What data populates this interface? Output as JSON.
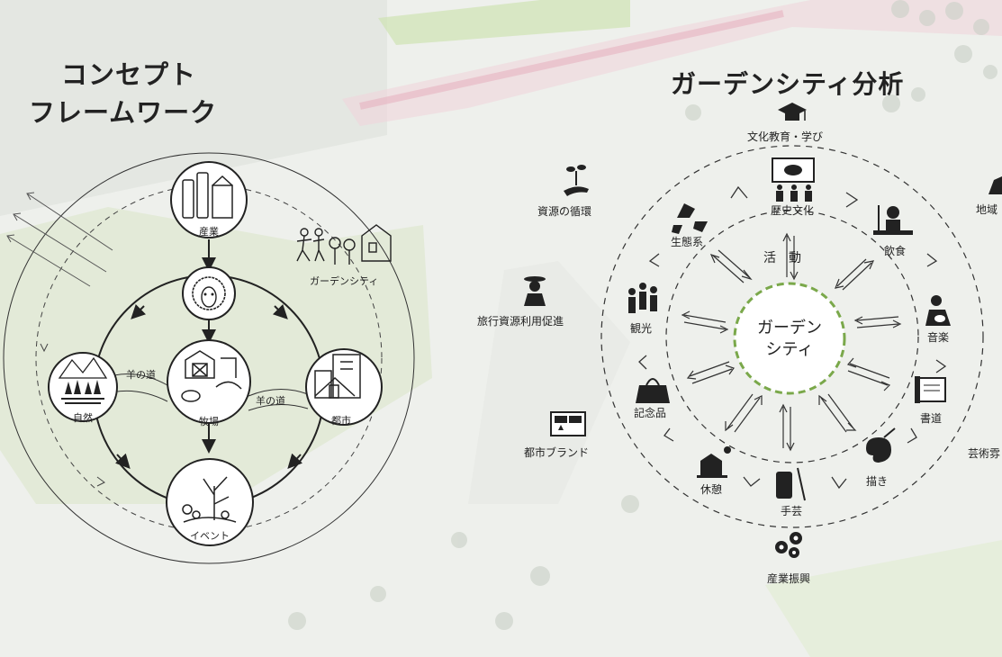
{
  "left_panel": {
    "title_line1": "コンセプト",
    "title_line2": "フレームワーク",
    "nodes": {
      "industry": "産業",
      "nature": "自然",
      "ranch": "牧場",
      "city": "都市",
      "event": "イベント"
    },
    "path_left": "羊の道",
    "path_right": "羊の道",
    "garden_city_label": "ガーデンシティ",
    "icons": [
      "milk-bottles-icon",
      "sheep-icon",
      "forest-icon",
      "farm-icon",
      "buildings-icon",
      "tree-event-icon",
      "garden-people-icon"
    ]
  },
  "right_panel": {
    "title": "ガーデンシティ分析",
    "center_line1": "ガーデン",
    "center_line2": "シティ",
    "activity": "活　動",
    "inner_items": {
      "education": "文化教育・学び",
      "history": "歴史文化",
      "ecosystem": "生態系",
      "food": "飲食",
      "tourism": "観光",
      "music": "音楽",
      "souvenir": "記念品",
      "calligraphy": "書道",
      "rest": "休憩",
      "drawing": "描き",
      "craft": "手芸"
    },
    "outer_items": {
      "resource_cycle": "資源の循環",
      "travel_promotion": "旅行資源利用促進",
      "city_brand": "都市ブランド",
      "industry_promotion": "産業振興",
      "region_cut": "地域",
      "art_cut": "芸術雰"
    },
    "accent_color": "#7aa84a"
  }
}
